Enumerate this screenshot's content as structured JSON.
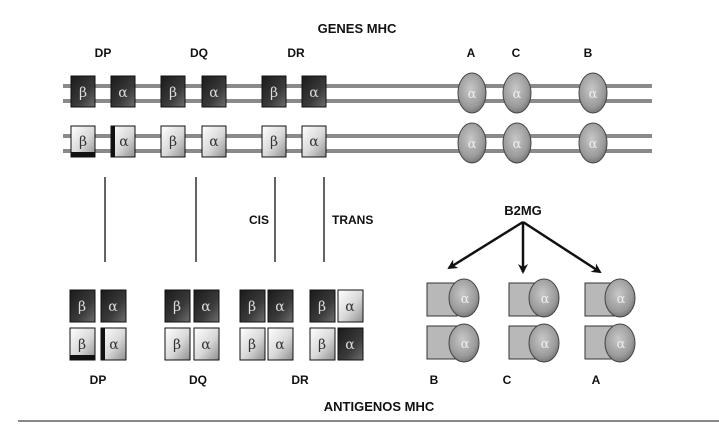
{
  "title_top": "GENES MHC",
  "title_bottom": "ANTIGENOS MHC",
  "symbols": {
    "beta": "β",
    "alpha": "α"
  },
  "class2_gene_labels": [
    "DP",
    "DQ",
    "DR"
  ],
  "class1_gene_labels": [
    "A",
    "C",
    "B"
  ],
  "cis_label": "CIS",
  "trans_label": "TRANS",
  "b2mg_label": "B2MG",
  "class2_antigen_labels": [
    "DP",
    "DQ",
    "DR"
  ],
  "class1_antigen_labels": [
    "B",
    "C",
    "A"
  ],
  "colors": {
    "ink": "#111111",
    "line": "#8a8a8a",
    "ellipse": "#9a9a9a",
    "square": "#b8b8b8"
  }
}
